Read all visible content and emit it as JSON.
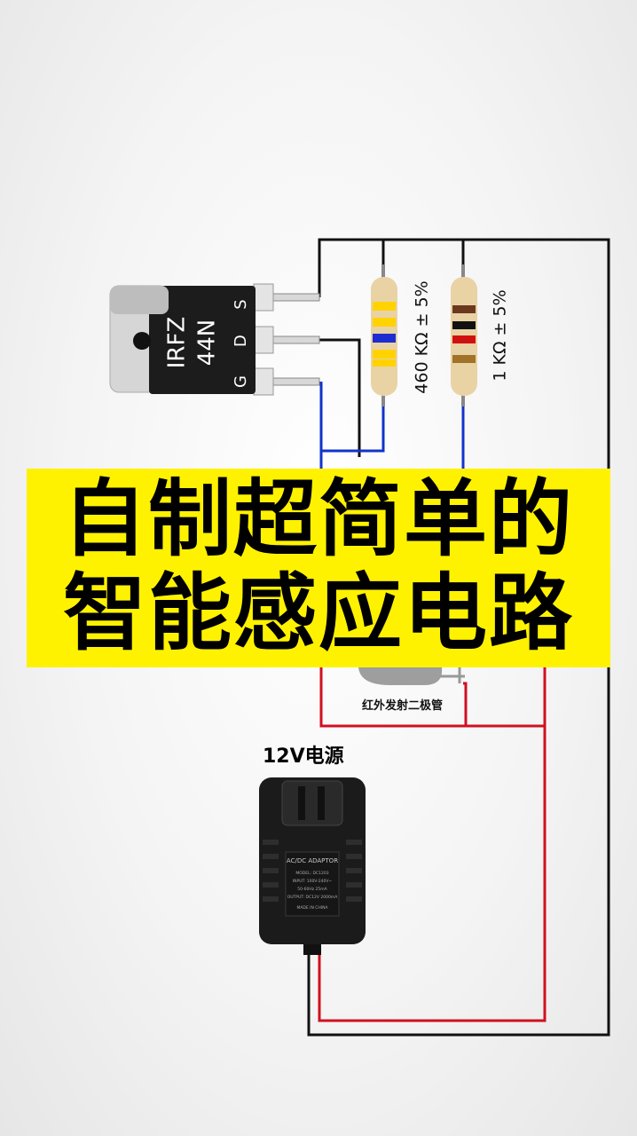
{
  "banner": {
    "line1": "自制超简单的",
    "line2": "智能感应电路",
    "bg_color": "#fff200"
  },
  "transistor": {
    "model_line1": "IRFZ",
    "model_line2": "44N",
    "pins": [
      "G",
      "D",
      "S"
    ]
  },
  "resistors": [
    {
      "label": "460 KΩ ± 5%"
    },
    {
      "label": "1 KΩ ± 5%"
    }
  ],
  "ir_diode": {
    "label": "红外发射二极管"
  },
  "power": {
    "label": "12V电源",
    "adapter_title": "AC/DC ADAPTOR",
    "adapter_text": [
      "MODEL: DC1203",
      "INPUT: 100V-240V~",
      "50-60Hz 25mA",
      "OUTPUT: DC12V 2000mA",
      "MADE IN CHINA"
    ]
  },
  "wire_colors": {
    "black": "#111111",
    "blue": "#1133cc",
    "red": "#d01020"
  }
}
